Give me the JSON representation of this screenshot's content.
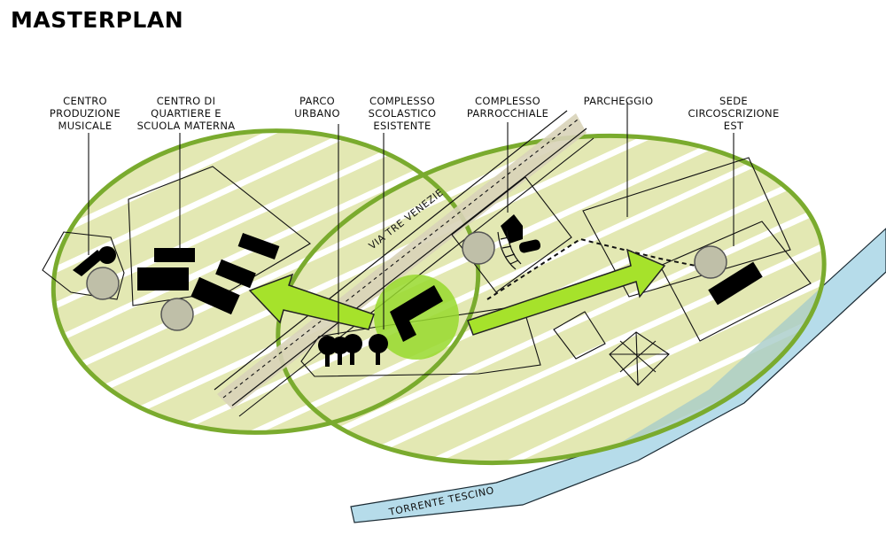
{
  "title": "MASTERPLAN",
  "labels": {
    "centro_musicale": [
      "CENTRO",
      "PRODUZIONE",
      "MUSICALE"
    ],
    "centro_quartiere": [
      "CENTRO DI",
      "QUARTIERE E",
      "SCUOLA MATERNA"
    ],
    "parco_urbano": [
      "PARCO",
      "URBANO"
    ],
    "complesso_scolastico": [
      "COMPLESSO",
      "SCOLASTICO",
      "ESISTENTE"
    ],
    "complesso_parrocchiale": [
      "COMPLESSO",
      "PARROCCHIALE"
    ],
    "parcheggio": [
      "PARCHEGGIO"
    ],
    "sede_circoscrizione": [
      "SEDE",
      "CIRCOSCRIZIONE",
      "EST"
    ]
  },
  "roads": {
    "via": "VIA TRE VENEZIE",
    "torrente": "TORRENTE TESCINO"
  },
  "colors": {
    "zone_fill": "#e3e8b3",
    "zone_stroke": "#7aab2e",
    "arrow": "#a6e22b",
    "focus_circle": "#98d92d",
    "river": "#b6dcea",
    "building": "#000000"
  },
  "icons": [
    "tree-icon",
    "arrow-icon",
    "circle-marker-icon"
  ]
}
